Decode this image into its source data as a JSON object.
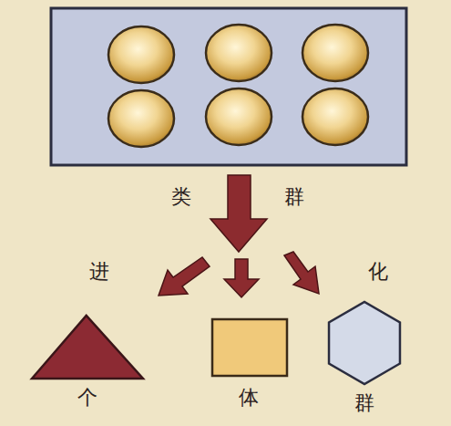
{
  "diagram": {
    "nodes": [
      {
        "text": [
          "个"
        ]
      },
      {
        "text": [
          "体"
        ]
      },
      {
        "text": [
          "群"
        ]
      }
    ],
    "labels": [
      "类",
      "群",
      "进",
      "化"
    ]
  }
}
